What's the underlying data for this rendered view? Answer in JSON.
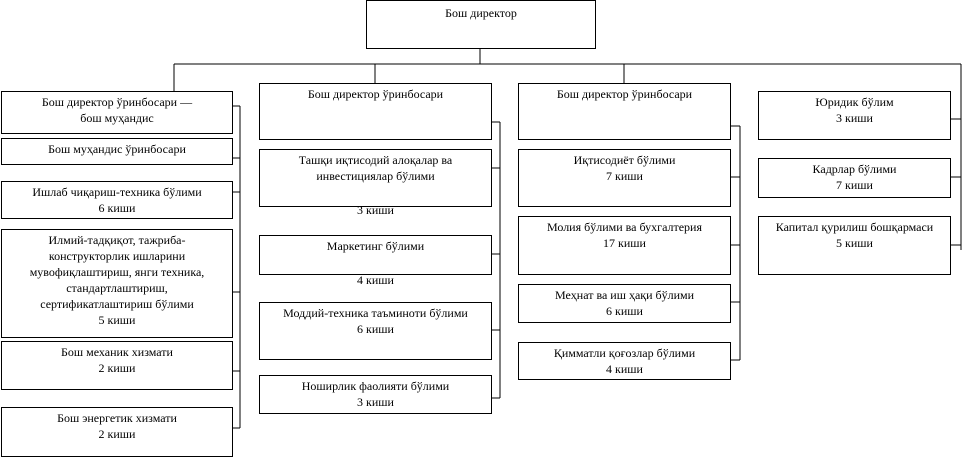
{
  "title": "Бош директор",
  "columns": [
    {
      "boxes": [
        {
          "lines": [
            "Бош директор ўринбосари —",
            "бош муҳандис"
          ]
        },
        {
          "lines": [
            "Бош муҳандис ўринбосари"
          ]
        },
        {
          "lines": [
            "Ишлаб чиқариш-техника бўлими",
            "6 киши"
          ]
        },
        {
          "lines": [
            "Илмий-тадқиқот, тажриба-",
            "конструкторлик ишларини",
            "мувофиқлаштириш, янги техника,",
            "стандартлаштириш,",
            "сертификатлаштириш бўлими",
            "5 киши"
          ]
        },
        {
          "lines": [
            "Бош механик хизмати",
            "2 киши"
          ]
        },
        {
          "lines": [
            "Бош энергетик хизмати",
            "2 киши"
          ]
        }
      ]
    },
    {
      "boxes": [
        {
          "lines": [
            "Бош директор ўринбосари"
          ]
        },
        {
          "lines": [
            "Ташқи  иқтисодий алоқалар ва",
            "инвестициялар бўлими",
            "3 киши"
          ]
        },
        {
          "lines": [
            "Маркетинг бўлими",
            "4 киши"
          ]
        },
        {
          "lines": [
            "Моддий-техника таъминоти бўлими",
            "6 киши"
          ]
        },
        {
          "lines": [
            "Ноширлик фаолияти бўлими",
            "3 киши"
          ]
        }
      ]
    },
    {
      "boxes": [
        {
          "lines": [
            "Бош директор ўринбосари"
          ]
        },
        {
          "lines": [
            "Иқтисодиёт бўлими",
            "7 киши"
          ]
        },
        {
          "lines": [
            "Молия бўлими ва бухгалтерия",
            "17 киши"
          ]
        },
        {
          "lines": [
            "Меҳнат ва иш ҳақи бўлими",
            "6 киши"
          ]
        },
        {
          "lines": [
            "Қимматли қоғозлар бўлими",
            "4 киши"
          ]
        }
      ]
    },
    {
      "boxes": [
        {
          "lines": [
            "Юридик бўлим",
            "3 киши"
          ]
        },
        {
          "lines": [
            "Кадрлар бўлими",
            "7 киши"
          ]
        },
        {
          "lines": [
            "Капитал қурилиш бошқармаси",
            "5 киши"
          ]
        }
      ]
    }
  ]
}
